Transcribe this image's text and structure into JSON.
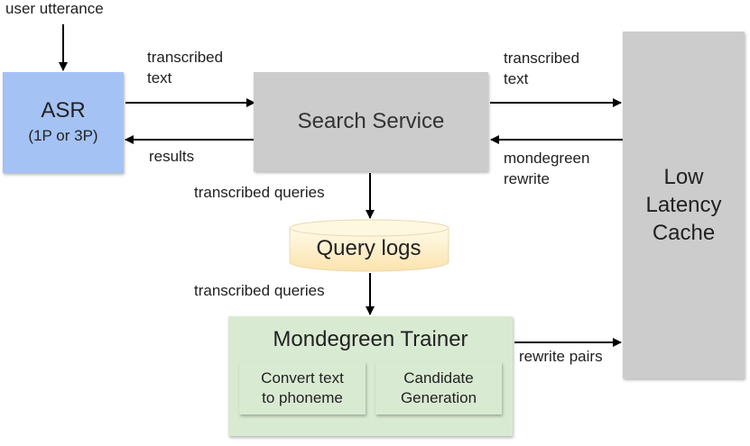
{
  "labels": {
    "user_utterance": "user utterance",
    "transcribed_text_left": "transcribed\ntext",
    "results": "results",
    "transcribed_text_right": "transcribed\ntext",
    "mondegreen_rewrite": "mondegreen\nrewrite",
    "transcribed_queries_1": "transcribed queries",
    "transcribed_queries_2": "transcribed queries",
    "rewrite_pairs": "rewrite pairs"
  },
  "nodes": {
    "asr": {
      "title": "ASR",
      "subtitle": "(1P or 3P)",
      "color": "#a4c2f4"
    },
    "search_service": {
      "title": "Search Service",
      "color": "#cccccc"
    },
    "cache": {
      "title": "Low\nLatency\nCache",
      "color": "#cccccc"
    },
    "query_logs": {
      "title": "Query logs",
      "color": "#fff2cc"
    },
    "trainer": {
      "title": "Mondegreen Trainer",
      "color": "#d9ead3",
      "sub1": "Convert text\nto phoneme",
      "sub2": "Candidate\nGeneration"
    }
  }
}
